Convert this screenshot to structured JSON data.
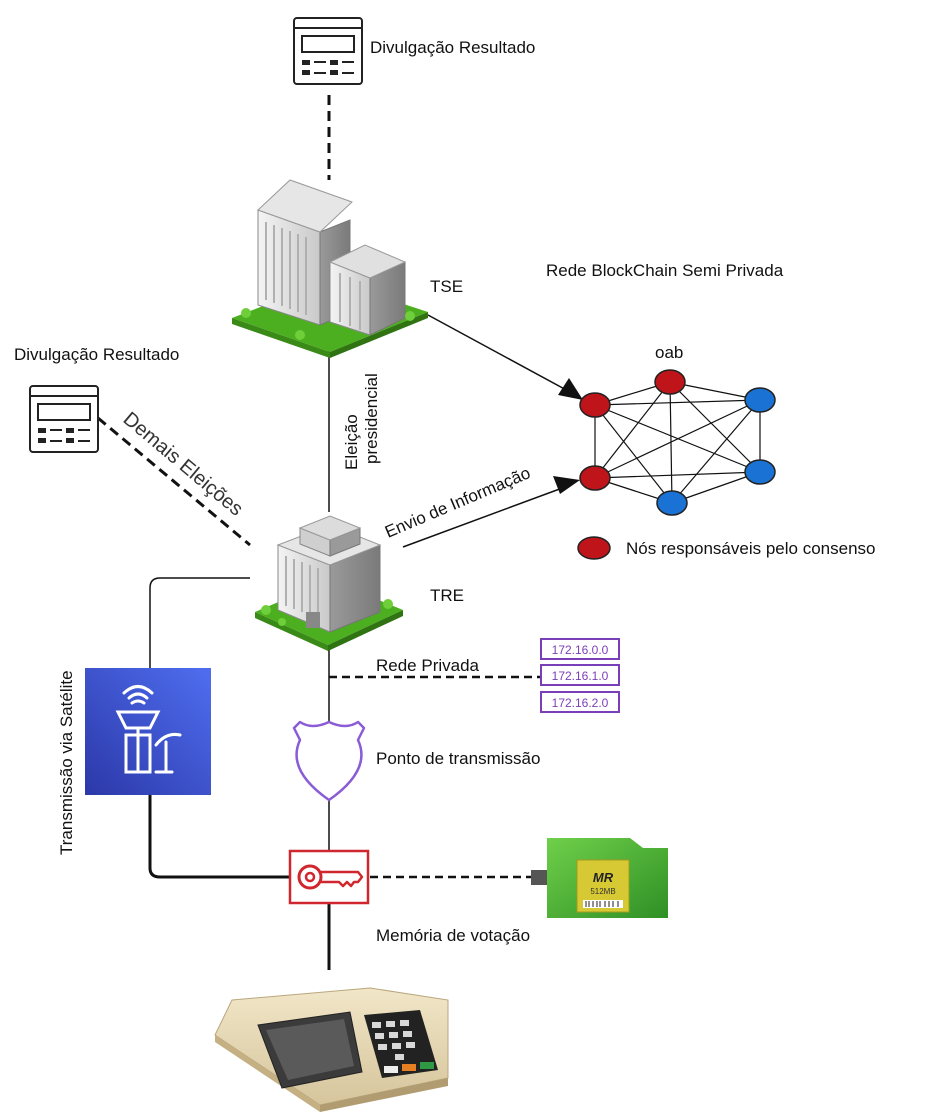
{
  "labels": {
    "result_top": "Divulgação Resultado",
    "result_left": "Divulgação Resultado",
    "tse": "TSE",
    "tre": "TRE",
    "blockchain_title": "Rede BlockChain Semi Privada",
    "oab": "oab",
    "consensus_legend": "Nós responsáveis pelo consenso",
    "eleicao_line1": "Eleição",
    "eleicao_line2": "presidencial",
    "demais_eleicoes": "Demais Eleições",
    "envio_info": "Envio de Informação",
    "rede_privada": "Rede Privada",
    "ponto_transmissao": "Ponto de transmissão",
    "memoria_votacao": "Memória de votação",
    "satelite": "Transmissão via Satélite"
  },
  "ips": [
    "172.16.0.0",
    "172.16.1.0",
    "172.16.2.0"
  ],
  "memory_card": {
    "brand": "MR",
    "size": "512MB"
  },
  "colors": {
    "consensus_node": "#c0141b",
    "regular_node": "#1a73d4",
    "satellite_bg_start": "#2c38a8",
    "satellite_bg_end": "#4f6ef0",
    "key_red": "#d0272e",
    "shield_purple": "#8a5cd6",
    "ip_purple": "#7a3fb8",
    "grass": "#4caf1f"
  },
  "icons": [
    "document-icon",
    "building-icon",
    "satellite-dish-icon",
    "shield-icon",
    "key-icon",
    "memory-card-icon",
    "voting-machine-icon"
  ]
}
